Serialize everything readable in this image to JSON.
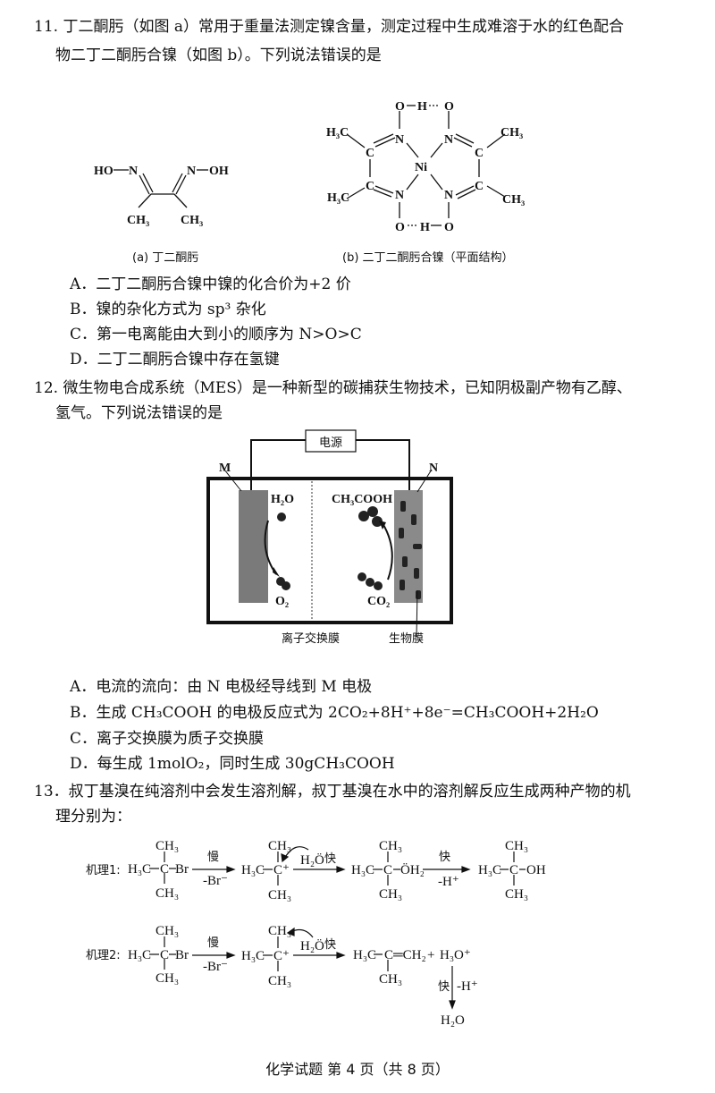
{
  "q11": {
    "line1": "11. 丁二酮肟（如图 a）常用于重量法测定镍含量，测定过程中生成难溶于水的红色配合",
    "line2": "物二丁二酮肟合镍（如图 b）。下列说法错误的是",
    "fig_a": {
      "ho": "HO",
      "n1": "N",
      "n2": "N",
      "oh": "OH",
      "ch3a": "CH₃",
      "ch3b": "CH₃",
      "caption": "(a) 丁二酮肟"
    },
    "fig_b": {
      "o1": "O",
      "h1": "H",
      "o2": "O",
      "h3c1": "H₃C",
      "n1": "N",
      "n2": "N",
      "ch3_1": "CH₃",
      "c1": "C",
      "c2": "C",
      "c3": "C",
      "c4": "C",
      "ni": "Ni",
      "n3": "N",
      "n4": "N",
      "h3c2": "H₃C",
      "ch3_2": "CH₃",
      "o3": "O",
      "h2": "H",
      "o4": "O",
      "caption": "(b) 二丁二酮肟合镍（平面结构）"
    },
    "options": [
      "A．二丁二酮肟合镍中镍的化合价为+2 价",
      "B．镍的杂化方式为 sp³ 杂化",
      "C．第一电离能由大到小的顺序为 N>O>C",
      "D．二丁二酮肟合镍中存在氢键"
    ]
  },
  "q12": {
    "line1": "12. 微生物电合成系统（MES）是一种新型的碳捕获生物技术，已知阴极副产物有乙醇、",
    "line2": "氢气。下列说法错误的是",
    "diagram": {
      "power": "电源",
      "m": "M",
      "n": "N",
      "h2o": "H₂O",
      "o2": "O₂",
      "ch3cooh": "CH₃COOH",
      "co2": "CO₂",
      "membrane": "离子交换膜",
      "biofilm": "生物膜"
    },
    "options": [
      "A．电流的流向：由 N 电极经导线到 M 电极",
      "B．生成 CH₃COOH 的电极反应式为 2CO₂+8H⁺+8e⁻=CH₃COOH+2H₂O",
      "C．离子交换膜为质子交换膜",
      "D．每生成 1molO₂，同时生成 30gCH₃COOH"
    ]
  },
  "q13": {
    "line1": "13．叔丁基溴在纯溶剂中会发生溶剂解，叔丁基溴在水中的溶剂解反应生成两种产物的机",
    "line2": "理分别为：",
    "mech1": {
      "label": "机理1:",
      "slow": "慢",
      "br": "-Br⁻",
      "fast1": "快",
      "water": "H₂Ö",
      "fast2": "快",
      "h": "-H⁺",
      "oh2": "ÖH₂",
      "oh": "OH"
    },
    "mech2": {
      "label": "机理2:",
      "slow": "慢",
      "br": "-Br⁻",
      "water": "H₂Ö",
      "fast1": "快",
      "alkene": "C═CH₂",
      "plus": "+",
      "h3o": "H₃O⁺",
      "fast2": "快",
      "h": "-H⁺",
      "h2o": "H₂O"
    },
    "h3c": "H₃C",
    "c": "C",
    "cplus": "C⁺",
    "ch3": "CH₃",
    "brat": "Br"
  },
  "footer": "化学试题 第 4 页（共 8 页）"
}
